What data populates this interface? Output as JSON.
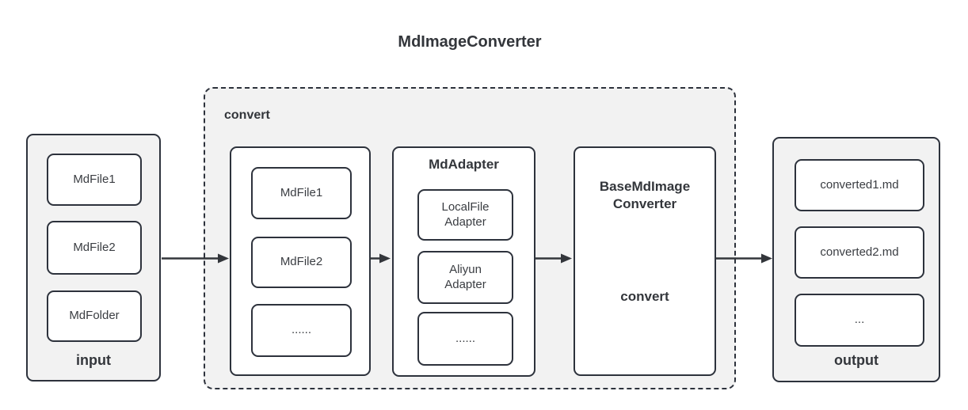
{
  "title": "MdImageConverter",
  "colors": {
    "border": "#2d323c",
    "container_fill": "#f2f2f2",
    "node_fill": "#ffffff",
    "text": "#3a3d42",
    "arrow": "#33363b"
  },
  "input_group": {
    "label": "input",
    "items": [
      "MdFile1",
      "MdFile2",
      "MdFolder"
    ]
  },
  "convert_group": {
    "label": "convert",
    "files": {
      "items": [
        "MdFile1",
        "MdFile2",
        "......"
      ]
    },
    "adapter": {
      "title": "MdAdapter",
      "items": [
        "LocalFile Adapter",
        "Aliyun Adapter",
        "......"
      ]
    },
    "converter": {
      "title": "BaseMdImage Converter",
      "method_label": "convert"
    }
  },
  "output_group": {
    "label": "output",
    "items": [
      "converted1.md",
      "converted2.md",
      "..."
    ]
  }
}
